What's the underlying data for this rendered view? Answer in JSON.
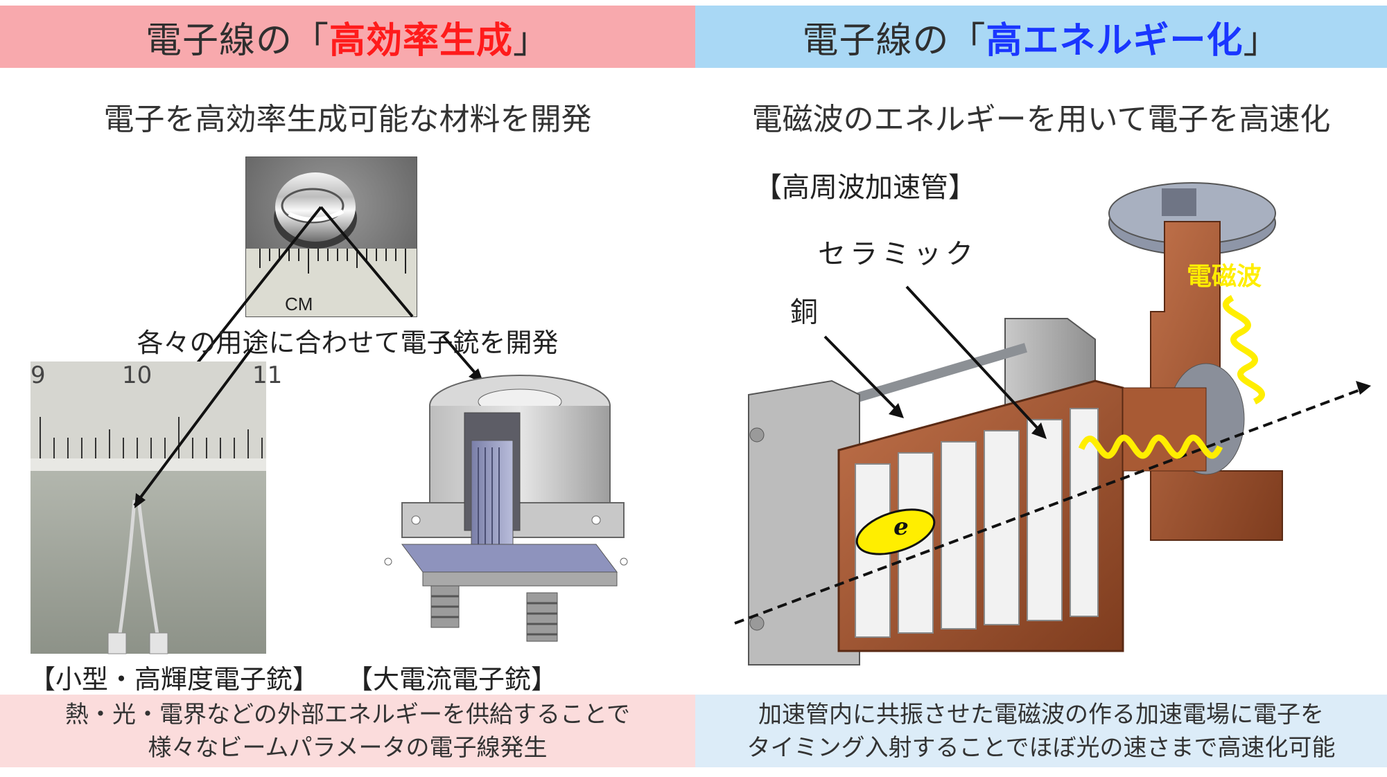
{
  "left": {
    "header_prefix": "電子線の「",
    "header_highlight": "高効率生成",
    "header_suffix": "」",
    "subtitle": "電子を高効率生成可能な材料を開発",
    "photo_ruler_label": "CM",
    "guns_caption": "各々の用途に合わせて電子銃を開発",
    "ruler_numbers": [
      "9",
      "10",
      "11"
    ],
    "small_gun_label": "【小型・高輝度電子銃】",
    "large_gun_label": "【大電流電子銃】",
    "footer_line1": "熱・光・電界などの外部エネルギーを供給することで",
    "footer_line2": "様々なビームパラメータの電子線発生"
  },
  "right": {
    "header_prefix": "電子線の「",
    "header_highlight": "高エネルギー化",
    "header_suffix": "」",
    "subtitle": "電磁波のエネルギーを用いて電子を高速化",
    "diagram_title": "【高周波加速管】",
    "label_ceramic": "セラミック",
    "label_copper": "銅",
    "label_em_wave": "電磁波",
    "electron_symbol": "e",
    "footer_line1": "加速管内に共振させた電磁波の作る加速電場に電子を",
    "footer_line2": "タイミング入射することでほぼ光の速さまで高速化可能"
  },
  "colors": {
    "left_header_bg": "#f8a9ad",
    "right_header_bg": "#a9d8f5",
    "left_highlight": "#ff1b1b",
    "right_highlight": "#1a36ff",
    "left_footer_bg": "#fbdcdc",
    "right_footer_bg": "#dcecf8",
    "copper": "#a0522d",
    "em_wave": "#ffee00"
  }
}
